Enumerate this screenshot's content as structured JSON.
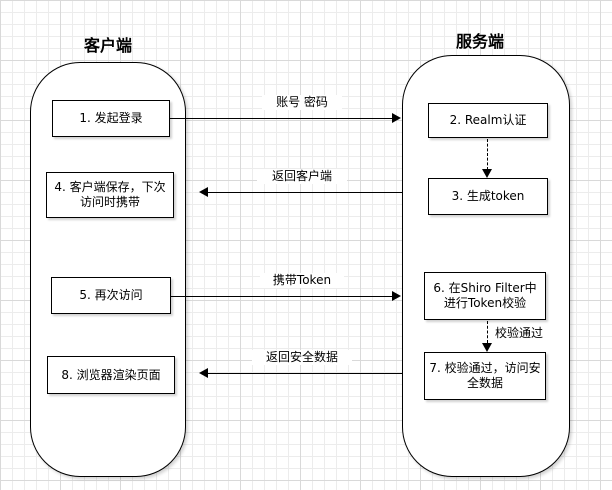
{
  "client": {
    "title": "客户端",
    "nodes": [
      {
        "label": "1. 发起登录"
      },
      {
        "label": "4. 客户端保存，下次访问时携带"
      },
      {
        "label": "5. 再次访问"
      },
      {
        "label": "8. 浏览器渲染页面"
      }
    ]
  },
  "server": {
    "title": "服务端",
    "nodes": [
      {
        "label": "2. Realm认证"
      },
      {
        "label": "3. 生成token"
      },
      {
        "label": "6. 在Shiro Filter中进行Token校验"
      },
      {
        "label": "7. 校验通过，访问安全数据"
      }
    ]
  },
  "edges": [
    {
      "label": "账号 密码",
      "direction": "right"
    },
    {
      "label": "返回客户端",
      "direction": "left"
    },
    {
      "label": "携带Token",
      "direction": "right"
    },
    {
      "label": "返回安全数据",
      "direction": "left"
    },
    {
      "label": "校验通过",
      "direction": "down"
    }
  ],
  "colors": {
    "stroke": "#000000",
    "fill": "#ffffff",
    "grid": "#ececec"
  }
}
